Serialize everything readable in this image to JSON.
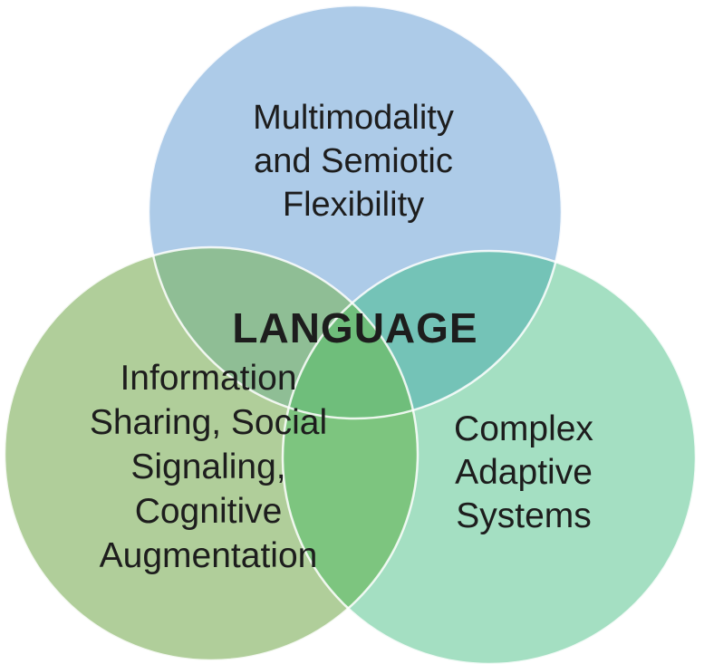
{
  "diagram": {
    "background": "#ffffff",
    "text_color": "#1d1d1d",
    "outline_color": "#ffffff",
    "center_label": "LANGUAGE",
    "circles": [
      {
        "name": "multimodality",
        "label": "Multimodality\nand Semiotic\nFlexibility",
        "fill": "#ADCBE8"
      },
      {
        "name": "information",
        "label": "Information\nSharing, Social\nSignaling,\nCognitive\nAugmentation",
        "fill": "#B0CE9A"
      },
      {
        "name": "complex-adaptive",
        "label": "Complex\nAdaptive\nSystems",
        "fill": "#A4DFC2"
      }
    ],
    "overlaps": {
      "multimodality_information": "#8FBE95",
      "multimodality_complex": "#74C3B7",
      "information_complex": "#7DC57F",
      "all_three": "#6FBE7B"
    }
  }
}
